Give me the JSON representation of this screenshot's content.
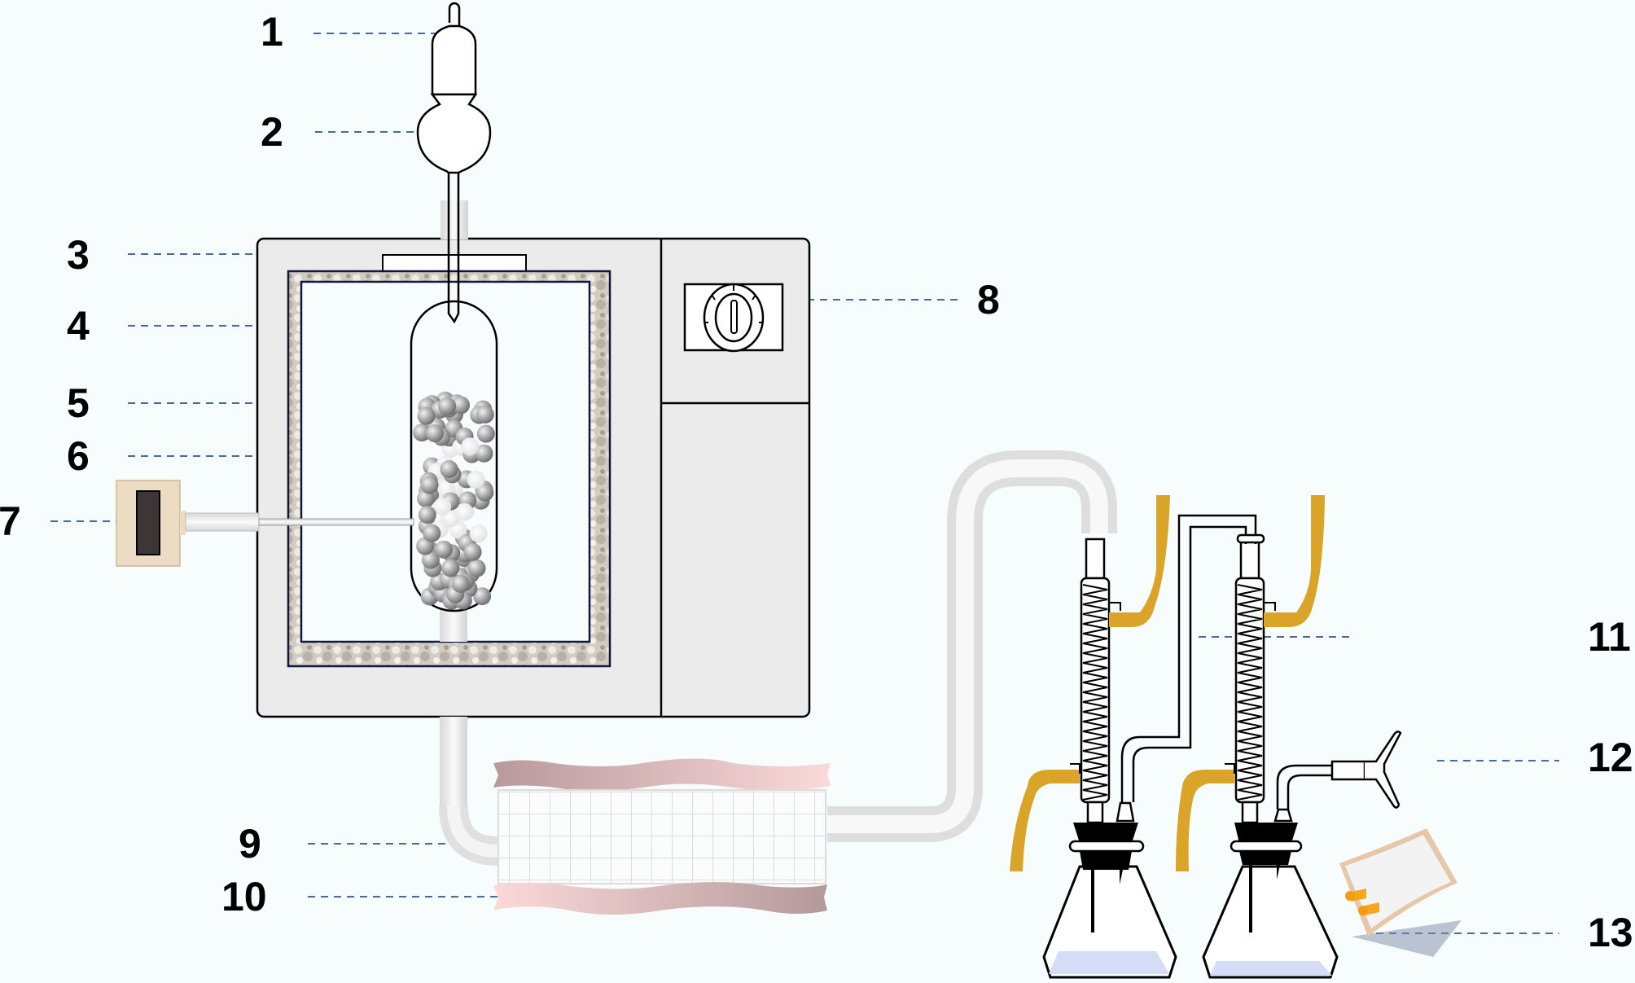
{
  "figure": {
    "type": "apparatus-schematic",
    "description": "Experimental setup: dropping funnel feeding a packed reactor inside a furnace, followed by condenser, two condensing/absorption flasks and gas sampling bag"
  },
  "labels": [
    {
      "id": "1",
      "text": "1",
      "component": "dropping-funnel-top"
    },
    {
      "id": "2",
      "text": "2",
      "component": "funnel-bulb"
    },
    {
      "id": "3",
      "text": "3",
      "component": "furnace"
    },
    {
      "id": "4",
      "text": "4",
      "component": "reactor-tube"
    },
    {
      "id": "5",
      "text": "5",
      "component": "packing-particles"
    },
    {
      "id": "6",
      "text": "6",
      "component": "catalyst-bed"
    },
    {
      "id": "7",
      "text": "7",
      "component": "thermocouple"
    },
    {
      "id": "8",
      "text": "8",
      "component": "temperature-controller"
    },
    {
      "id": "9",
      "text": "9",
      "component": "heat-exchanger-grid"
    },
    {
      "id": "10",
      "text": "10",
      "component": "heating-jacket"
    },
    {
      "id": "11",
      "text": "11",
      "component": "coil-condenser"
    },
    {
      "id": "12",
      "text": "12",
      "component": "gas-outlet-y-connector"
    },
    {
      "id": "13",
      "text": "13",
      "component": "gas-sampling-bag"
    }
  ],
  "colors": {
    "background": "#f7fcfd",
    "leader_line": "#4a6a9a",
    "furnace_body": "#ebebeb",
    "insulation": "#c8c2b8",
    "cooling_hose": "#d9a427",
    "liquid": "#d5dcf7",
    "stopper": "#000000",
    "jacket_dark": "#b49a9c",
    "jacket_light": "#fbd6d6"
  }
}
